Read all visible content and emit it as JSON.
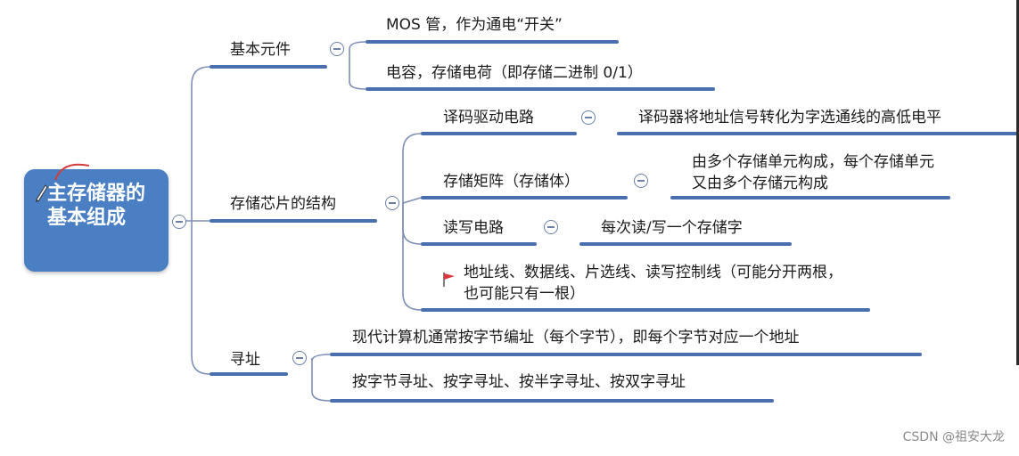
{
  "root": {
    "label": "主存储器的基本组成"
  },
  "branches": [
    {
      "label": "基本元件"
    },
    {
      "label": "存储芯片的结构"
    },
    {
      "label": "寻址"
    }
  ],
  "basic_components": [
    "MOS 管，作为通电“开关”",
    "电容，存储电荷（即存储二进制 0/1）"
  ],
  "chip_structure": {
    "decoder": {
      "label": "译码驱动电路",
      "detail": "译码器将地址信号转化为字选通线的高低电平"
    },
    "matrix": {
      "label": "存储矩阵（存储体）",
      "detail": "由多个存储单元构成，每个存储单元又由多个存储元构成"
    },
    "rw": {
      "label": "读写电路",
      "detail": "每次读/写一个存储字"
    },
    "lines_note": "地址线、数据线、片选线、读写控制线（可能分开两根，也可能只有一根）"
  },
  "addressing": [
    "现代计算机通常按字节编址（每个字节），即每个字节对应一个地址",
    "按字节寻址、按字寻址、按半字寻址、按双字寻址"
  ],
  "watermark": "CSDN @祖安大龙",
  "colors": {
    "root_bg": "#4a7fc4",
    "underline": "#4a6fae",
    "line": "#7d8fb5"
  }
}
